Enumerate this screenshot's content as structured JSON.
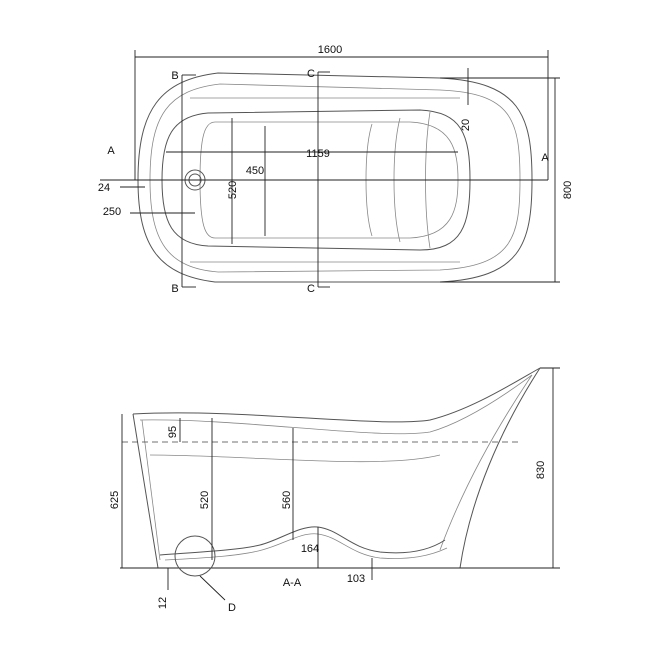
{
  "plan_view": {
    "overall_length": "1600",
    "overall_width": "800",
    "inner_length": "1159",
    "inner_width": "450",
    "inner_width_outer": "520",
    "rim_offset": "20",
    "drain_offset_y": "24",
    "drain_offset_x": "250",
    "section_a": "A",
    "section_b": "B",
    "section_c": "C"
  },
  "side_view": {
    "height": "830",
    "rim_height": "625",
    "inner_depth": "520",
    "water_depth": "560",
    "overflow_drop": "95",
    "seat_height": "164",
    "base_height": "103",
    "base_thickness": "12",
    "section_label": "A-A",
    "detail_label": "D"
  },
  "colors": {
    "line": "#555555",
    "dimension": "#222222"
  }
}
